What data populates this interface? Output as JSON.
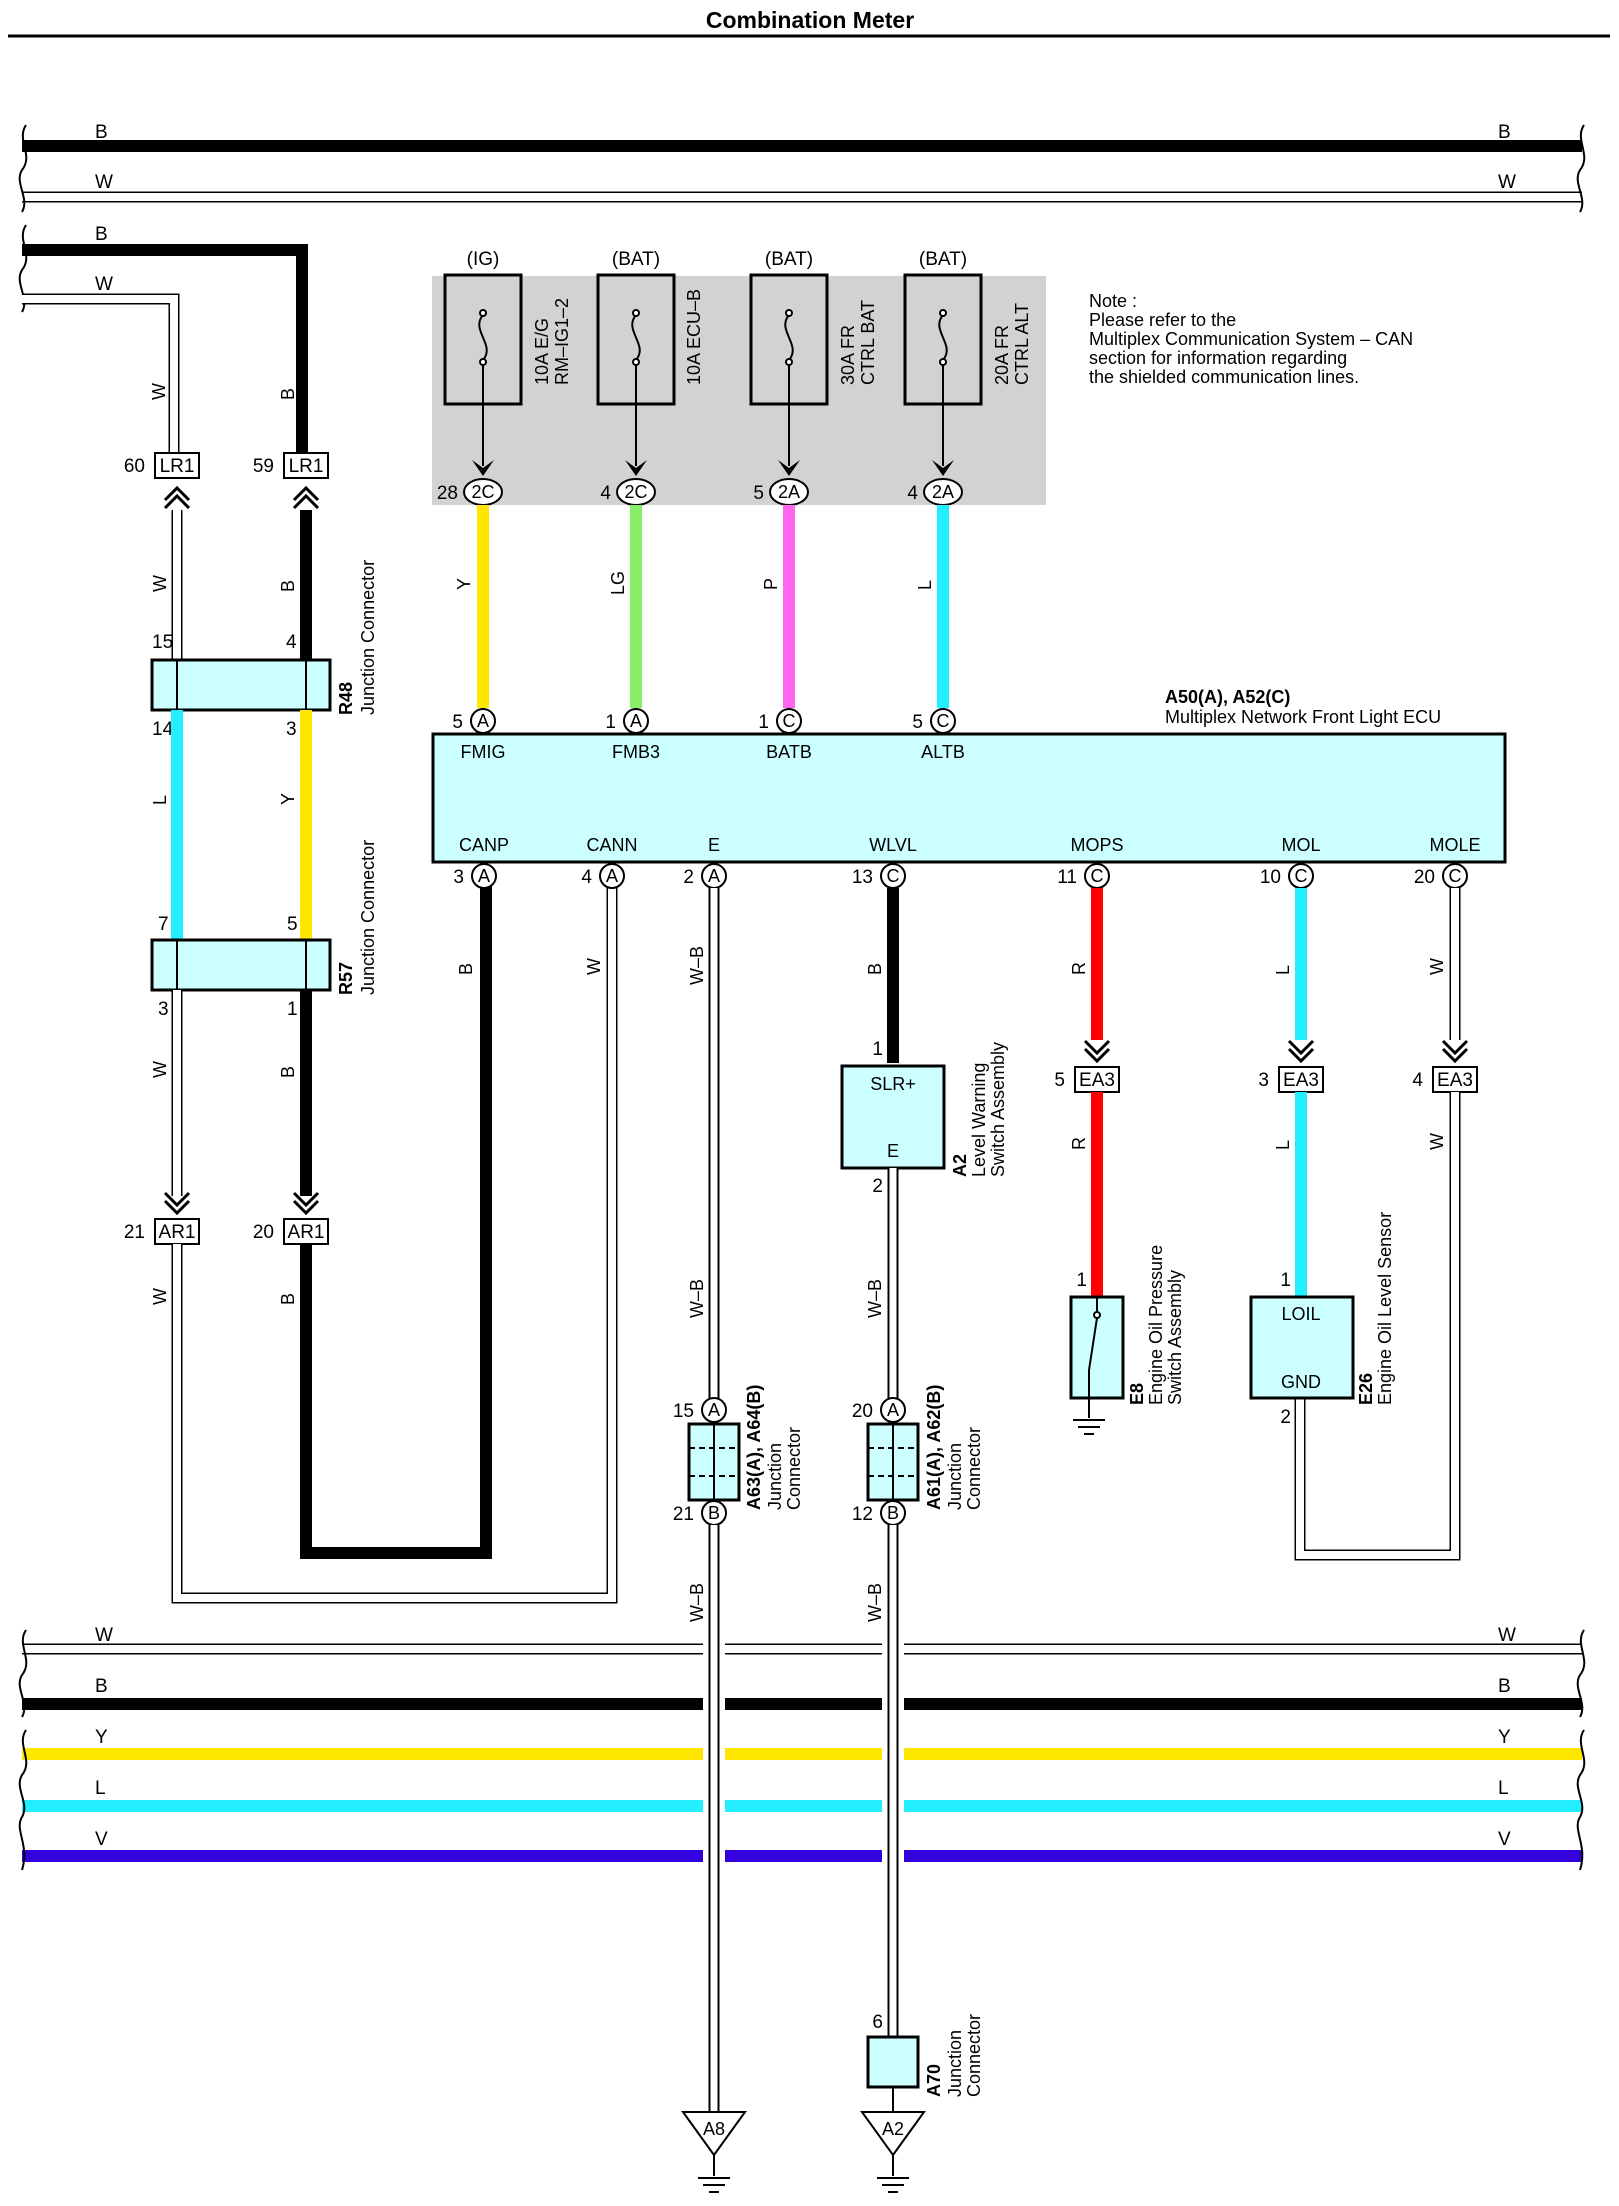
{
  "title": "Combination Meter",
  "colors": {
    "B": "#000000",
    "W": "#ffffff",
    "Y": "#ffe600",
    "LG": "#88ee66",
    "P": "#ff66ee",
    "L": "#22eeff",
    "R": "#ff0000",
    "V": "#3300dd",
    "component_fill": "#ccffff",
    "fuse_box_fill": "#d2d2d2"
  },
  "buses_top": [
    {
      "code": "B"
    },
    {
      "code": "W"
    }
  ],
  "side_wires": [
    {
      "code": "B"
    },
    {
      "code": "W"
    }
  ],
  "fuses": [
    {
      "source": "(IG)",
      "line1": "10A E/G",
      "line2": "RM–IG1–2",
      "pin": "28",
      "connector": "2C",
      "wire_code": "Y",
      "ecu_pin": "5",
      "ecu_connector": "A",
      "terminal": "FMIG"
    },
    {
      "source": "(BAT)",
      "line1": "10A ECU–B",
      "line2": "",
      "pin": "4",
      "connector": "2C",
      "wire_code": "LG",
      "ecu_pin": "1",
      "ecu_connector": "A",
      "terminal": "FMB3"
    },
    {
      "source": "(BAT)",
      "line1": "30A FR",
      "line2": "CTRL BAT",
      "pin": "5",
      "connector": "2A",
      "wire_code": "P",
      "ecu_pin": "1",
      "ecu_connector": "C",
      "terminal": "BATB"
    },
    {
      "source": "(BAT)",
      "line1": "20A FR",
      "line2": "CTRL ALT",
      "pin": "4",
      "connector": "2A",
      "wire_code": "L",
      "ecu_pin": "5",
      "ecu_connector": "C",
      "terminal": "ALTB"
    }
  ],
  "note": {
    "lines": [
      "Note :",
      "Please refer to the",
      "Multiplex Communication System – CAN",
      "section for information regarding",
      "the shielded communication lines."
    ]
  },
  "ecu": {
    "code": "A50(A), A52(C)",
    "name": "Multiplex Network Front Light ECU",
    "bottom_pins": [
      {
        "pin": "3",
        "connector": "A",
        "terminal": "CANP",
        "wire_code": "B"
      },
      {
        "pin": "4",
        "connector": "A",
        "terminal": "CANN",
        "wire_code": "W"
      },
      {
        "pin": "2",
        "connector": "A",
        "terminal": "E",
        "wire_code": "W–B"
      },
      {
        "pin": "13",
        "connector": "C",
        "terminal": "WLVL",
        "wire_code": "B"
      },
      {
        "pin": "11",
        "connector": "C",
        "terminal": "MOPS",
        "wire_code": "R"
      },
      {
        "pin": "10",
        "connector": "C",
        "terminal": "MOL",
        "wire_code": "L"
      },
      {
        "pin": "20",
        "connector": "C",
        "terminal": "MOLE",
        "wire_code": "W"
      }
    ]
  },
  "left_column": {
    "lr1_w": {
      "pin": "60",
      "label": "LR1",
      "wire_code": "W"
    },
    "lr1_b": {
      "pin": "59",
      "label": "LR1",
      "wire_code": "B"
    },
    "r48": {
      "code": "R48",
      "name": "Junction Connector",
      "pin_tl": "15",
      "pin_tr": "4",
      "pin_bl": "14",
      "pin_br": "3",
      "wire_left": "L",
      "wire_right": "Y",
      "wire_w_above": "W",
      "wire_b_above": "B"
    },
    "r57": {
      "code": "R57",
      "name": "Junction Connector",
      "pin_tl": "7",
      "pin_tr": "5",
      "pin_bl": "3",
      "pin_br": "1",
      "wire_left": "W",
      "wire_right": "B"
    },
    "ar1_w": {
      "pin": "21",
      "label": "AR1",
      "wire_code": "W"
    },
    "ar1_b": {
      "pin": "20",
      "label": "AR1",
      "wire_code": "B"
    }
  },
  "a2": {
    "code": "A2",
    "name_line1": "Level Warning",
    "name_line2": "Switch Assembly",
    "top_terminal": "SLR+",
    "bottom_terminal": "E",
    "pin_top": "1",
    "pin_bottom": "2",
    "wire_below": "W–B"
  },
  "e8": {
    "code": "E8",
    "name_line1": "Engine Oil Pressure",
    "name_line2": "Switch Assembly",
    "pin": "1"
  },
  "e26": {
    "code": "E26",
    "name": "Engine Oil Level Sensor",
    "terminal_top": "LOIL",
    "terminal_bottom": "GND",
    "pin_top": "1",
    "pin_bottom": "2"
  },
  "ea3": [
    {
      "pin": "5",
      "label": "EA3",
      "wire_code": "R"
    },
    {
      "pin": "3",
      "label": "EA3",
      "wire_code": "L"
    },
    {
      "pin": "4",
      "label": "EA3",
      "wire_code": "W"
    }
  ],
  "a63": {
    "code": "A63(A), A64(B)",
    "name_line1": "Junction",
    "name_line2": "Connector",
    "pin_top": "15",
    "conn_top": "A",
    "pin_bottom": "21",
    "conn_bottom": "B",
    "wire_code": "W–B"
  },
  "a61": {
    "code": "A61(A), A62(B)",
    "name_line1": "Junction",
    "name_line2": "Connector",
    "pin_top": "20",
    "conn_top": "A",
    "pin_bottom": "12",
    "conn_bottom": "B",
    "wire_code": "W–B"
  },
  "a70": {
    "code": "A70",
    "name_line1": "Junction",
    "name_line2": "Connector",
    "pin": "6"
  },
  "grounds": [
    {
      "label": "A8"
    },
    {
      "label": "A2"
    }
  ],
  "buses_bottom": [
    {
      "code": "W"
    },
    {
      "code": "B"
    },
    {
      "code": "Y"
    },
    {
      "code": "L"
    },
    {
      "code": "V"
    }
  ]
}
